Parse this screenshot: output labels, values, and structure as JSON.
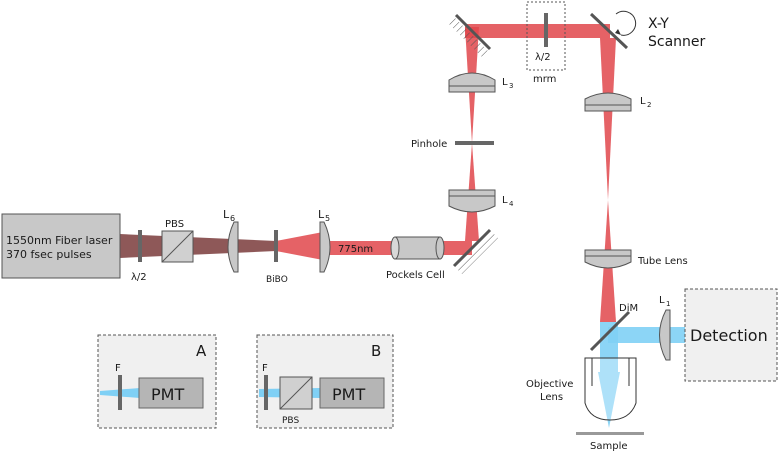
{
  "laser": {
    "line1": "1550nm Fiber laser",
    "line2": "370 fsec pulses"
  },
  "labels": {
    "half_wave_1": "λ/2",
    "pbs": "PBS",
    "l6": "L",
    "l6_sub": "6",
    "bibo": "BiBO",
    "l5": "L",
    "l5_sub": "5",
    "wavelength": "775nm",
    "pockels": "Pockels Cell",
    "pinhole": "Pinhole",
    "l4": "L",
    "l4_sub": "4",
    "l3": "L",
    "l3_sub": "3",
    "half_wave_2": "λ/2",
    "mrm": "mrm",
    "scanner_1": "X-Y",
    "scanner_2": "Scanner",
    "l2": "L",
    "l2_sub": "2",
    "tube_lens": "Tube Lens",
    "dim": "DiM",
    "l1": "L",
    "l1_sub": "1",
    "detection": "Detection",
    "objective_1": "Objective",
    "objective_2": "Lens",
    "sample": "Sample"
  },
  "inset_a": {
    "tag": "A",
    "filter": "F",
    "pmt": "PMT"
  },
  "inset_b": {
    "tag": "B",
    "filter": "F",
    "pbs": "PBS",
    "pmt": "PMT"
  },
  "colors": {
    "ir_beam": "#7a3b3b",
    "red_beam": "#e0474b",
    "blue_beam": "#7fd0f5",
    "component_fill": "#c8c8c8",
    "box_fill": "#f0f0f0"
  }
}
